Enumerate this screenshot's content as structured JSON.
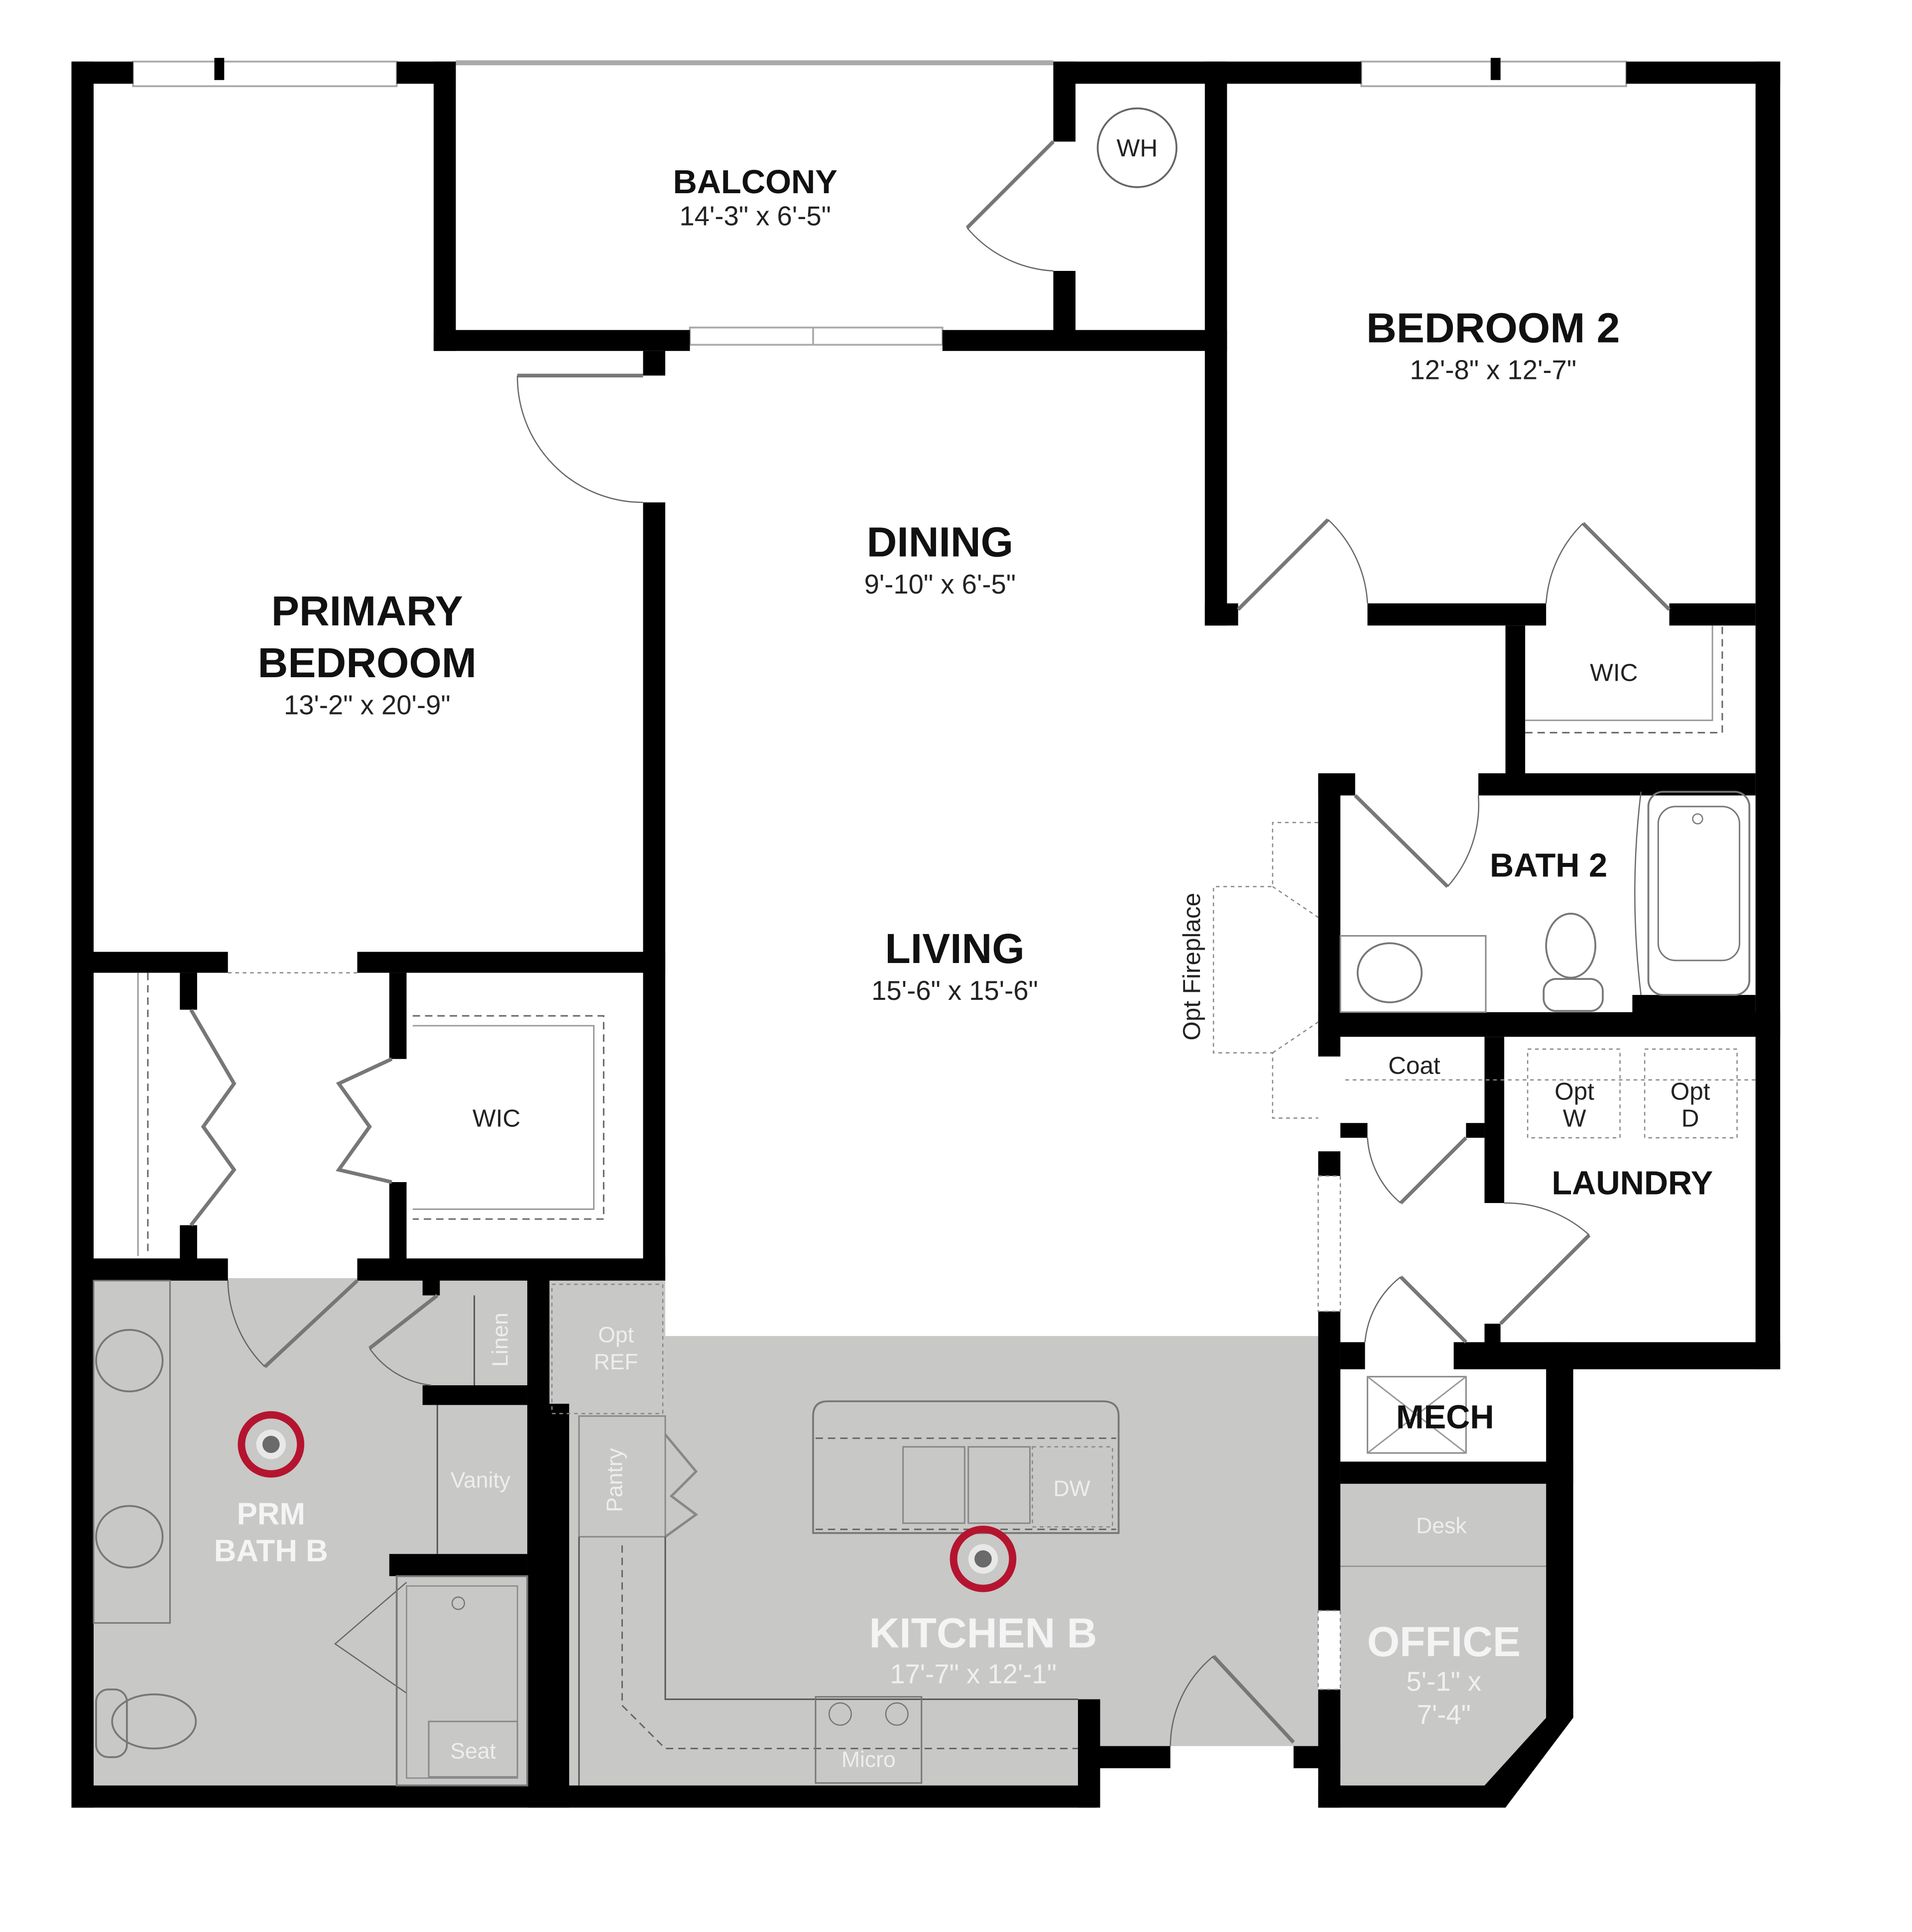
{
  "floorplan": {
    "colors": {
      "wall": "#000000",
      "highlight_floor": "#c8c8c7",
      "marker": "#b5142f",
      "background": "#ffffff"
    },
    "rooms": {
      "balcony": {
        "name": "BALCONY",
        "dims": "14'-3\" x 6'-5\""
      },
      "water_heater": {
        "name": "WH"
      },
      "bedroom2": {
        "name": "BEDROOM 2",
        "dims": "12'-8\" x 12'-7\""
      },
      "primary_bedroom": {
        "name_line1": "PRIMARY",
        "name_line2": "BEDROOM",
        "dims": "13'-2\" x 20'-9\""
      },
      "dining": {
        "name": "DINING",
        "dims": "9'-10\" x 6'-5\""
      },
      "living": {
        "name": "LIVING",
        "dims": "15'-6\" x 15'-6\""
      },
      "wic_bedroom2": {
        "name": "WIC"
      },
      "wic_primary": {
        "name": "WIC"
      },
      "bath2": {
        "name": "BATH 2"
      },
      "opt_fireplace": {
        "name": "Opt Fireplace"
      },
      "coat": {
        "name": "Coat"
      },
      "opt_washer": {
        "line1": "Opt",
        "line2": "W"
      },
      "opt_dryer": {
        "line1": "Opt",
        "line2": "D"
      },
      "laundry": {
        "name": "LAUNDRY"
      },
      "mech": {
        "name": "MECH"
      },
      "prm_bath": {
        "name_line1": "PRM",
        "name_line2": "BATH B",
        "linen": "Linen",
        "vanity": "Vanity",
        "seat": "Seat"
      },
      "kitchen": {
        "name": "KITCHEN B",
        "dims": "17'-7\" x 12'-1\"",
        "opt_ref_line1": "Opt",
        "opt_ref_line2": "REF",
        "pantry": "Pantry",
        "dw": "DW",
        "micro": "Micro"
      },
      "office": {
        "name": "OFFICE",
        "dims_line1": "5'-1\" x",
        "dims_line2": "7'-4\"",
        "desk": "Desk"
      }
    },
    "markers": [
      {
        "room": "PRM BATH B"
      },
      {
        "room": "KITCHEN B"
      }
    ]
  }
}
